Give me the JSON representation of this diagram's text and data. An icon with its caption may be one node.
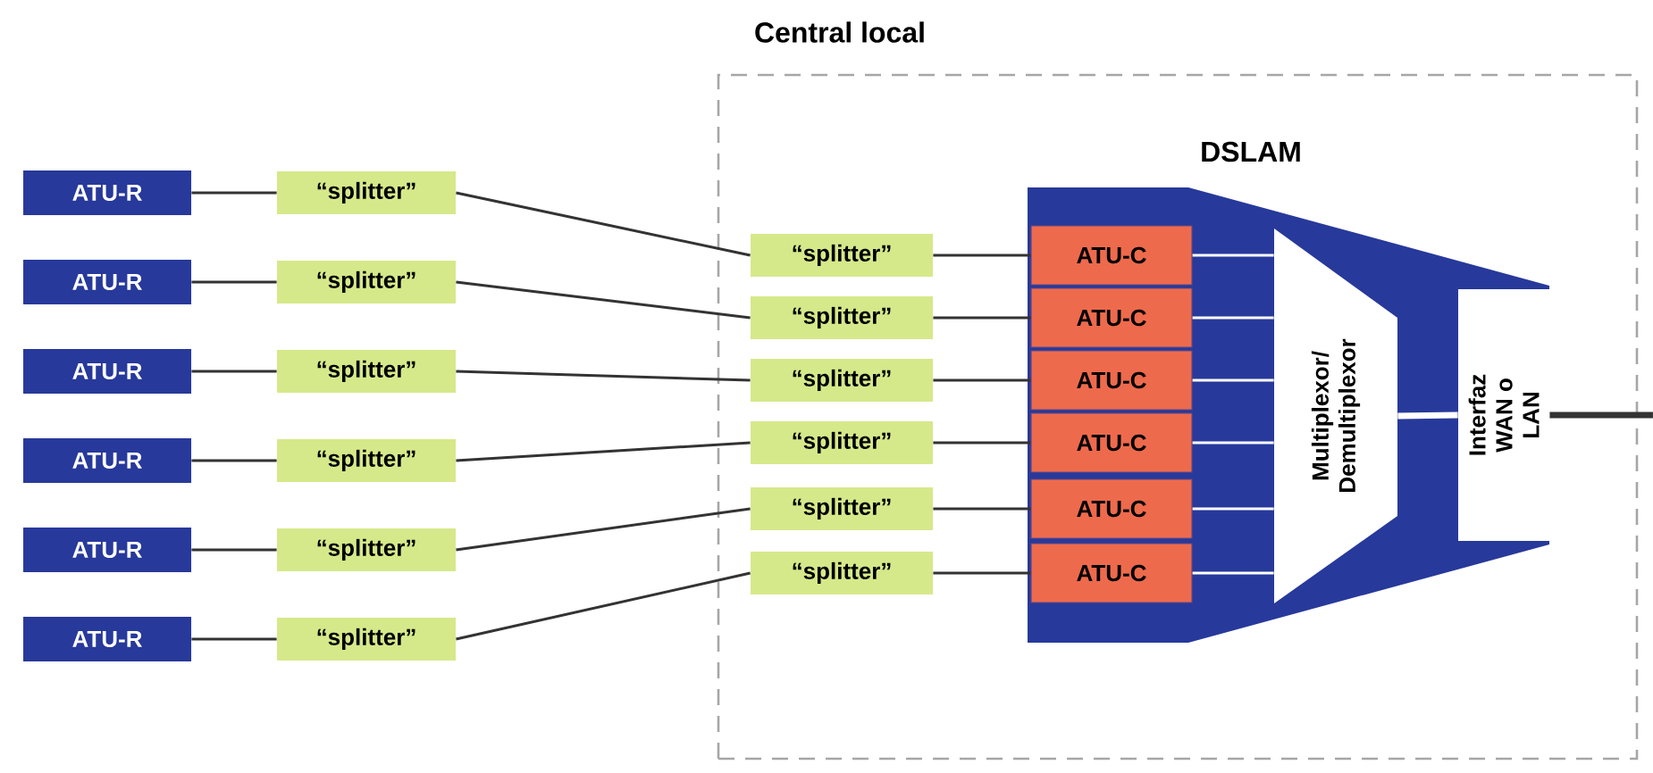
{
  "diagram": {
    "nodes": [
      {
        "text": [
          "Central local"
        ]
      },
      {
        "text": [
          "DSLAM"
        ],
        "in": 0
      },
      {
        "text": [
          "ATU-R"
        ]
      },
      {
        "text": [
          "ATU-R"
        ]
      },
      {
        "text": [
          "ATU-R"
        ]
      },
      {
        "text": [
          "ATU-R"
        ]
      },
      {
        "text": [
          "ATU-R"
        ]
      },
      {
        "text": [
          "ATU-R"
        ]
      },
      {
        "text": [
          "“splitter”"
        ]
      },
      {
        "text": [
          "“splitter”"
        ]
      },
      {
        "text": [
          "“splitter”"
        ]
      },
      {
        "text": [
          "“splitter”"
        ]
      },
      {
        "text": [
          "“splitter”"
        ]
      },
      {
        "text": [
          "“splitter”"
        ]
      },
      {
        "text": [
          "“splitter”"
        ],
        "in": 0
      },
      {
        "text": [
          "“splitter”"
        ],
        "in": 0
      },
      {
        "text": [
          "“splitter”"
        ],
        "in": 0
      },
      {
        "text": [
          "“splitter”"
        ],
        "in": 0
      },
      {
        "text": [
          "“splitter”"
        ],
        "in": 0
      },
      {
        "text": [
          "“splitter”"
        ],
        "in": 0
      },
      {
        "text": [
          "ATU-C"
        ],
        "in": 1
      },
      {
        "text": [
          "ATU-C"
        ],
        "in": 1
      },
      {
        "text": [
          "ATU-C"
        ],
        "in": 1
      },
      {
        "text": [
          "ATU-C"
        ],
        "in": 1
      },
      {
        "text": [
          "ATU-C"
        ],
        "in": 1
      },
      {
        "text": [
          "ATU-C"
        ],
        "in": 1
      },
      {
        "text": [
          "Multiplexor/ Demultiplexor"
        ],
        "in": 1
      },
      {
        "text": [
          "Interfaz WAN o LAN"
        ],
        "in": 1
      }
    ],
    "edges": [
      {
        "from": 2,
        "to": 8,
        "arrow": "none"
      },
      {
        "from": 3,
        "to": 9,
        "arrow": "none"
      },
      {
        "from": 4,
        "to": 10,
        "arrow": "none"
      },
      {
        "from": 5,
        "to": 11,
        "arrow": "none"
      },
      {
        "from": 6,
        "to": 12,
        "arrow": "none"
      },
      {
        "from": 7,
        "to": 13,
        "arrow": "none"
      },
      {
        "from": 8,
        "to": 14,
        "arrow": "none"
      },
      {
        "from": 9,
        "to": 15,
        "arrow": "none"
      },
      {
        "from": 10,
        "to": 16,
        "arrow": "none"
      },
      {
        "from": 11,
        "to": 17,
        "arrow": "none"
      },
      {
        "from": 12,
        "to": 18,
        "arrow": "none"
      },
      {
        "from": 13,
        "to": 19,
        "arrow": "none"
      },
      {
        "from": 14,
        "to": 20,
        "arrow": "none"
      },
      {
        "from": 15,
        "to": 21,
        "arrow": "none"
      },
      {
        "from": 16,
        "to": 22,
        "arrow": "none"
      },
      {
        "from": 17,
        "to": 23,
        "arrow": "none"
      },
      {
        "from": 18,
        "to": 24,
        "arrow": "none"
      },
      {
        "from": 19,
        "to": 25,
        "arrow": "none"
      },
      {
        "from": 20,
        "to": 26,
        "arrow": "none",
        "color": "#ffffff"
      },
      {
        "from": 21,
        "to": 26,
        "arrow": "none",
        "color": "#ffffff"
      },
      {
        "from": 22,
        "to": 26,
        "arrow": "none",
        "color": "#ffffff"
      },
      {
        "from": 23,
        "to": 26,
        "arrow": "none",
        "color": "#ffffff"
      },
      {
        "from": 24,
        "to": 26,
        "arrow": "none",
        "color": "#ffffff"
      },
      {
        "from": 25,
        "to": 26,
        "arrow": "none",
        "color": "#ffffff"
      },
      {
        "from": 26,
        "to": 27,
        "arrow": "none",
        "color": "#ffffff",
        "style": "thick"
      },
      {
        "from": 27,
        "to": null,
        "arrow": "none",
        "style": "thick"
      }
    ]
  }
}
